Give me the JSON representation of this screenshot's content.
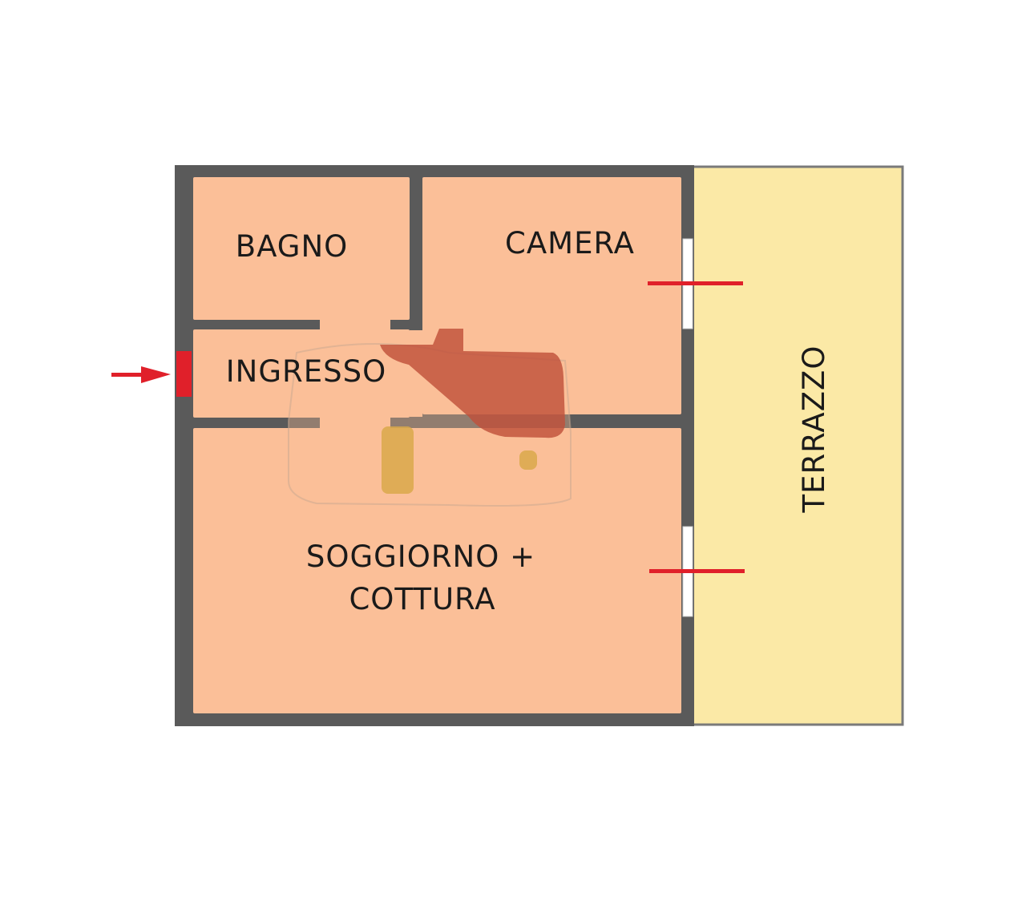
{
  "floor_plan": {
    "rooms": {
      "bagno": "BAGNO",
      "camera": "CAMERA",
      "ingresso": "INGRESSO",
      "soggiorno_line1": "SOGGIORNO +",
      "soggiorno_line2": "COTTURA",
      "terrazzo": "TERRAZZO"
    },
    "colors": {
      "wall": "#5a5a5a",
      "room_fill": "#fbbf98",
      "terrace_fill": "#fbe9a6",
      "terrace_border": "#7a7a7a",
      "marker_red": "#e0202a",
      "window": "#ffffff",
      "overlay_shape": "#c0503a",
      "overlay_items": "#d9a84a"
    }
  }
}
